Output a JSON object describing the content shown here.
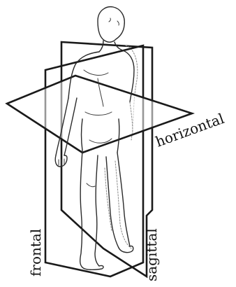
{
  "labels": {
    "horizontal": "horizontal",
    "frontal": "frontal",
    "sagittal": "sagittal"
  },
  "colors": {
    "line": "#1a1a1a",
    "background": "#ffffff"
  }
}
